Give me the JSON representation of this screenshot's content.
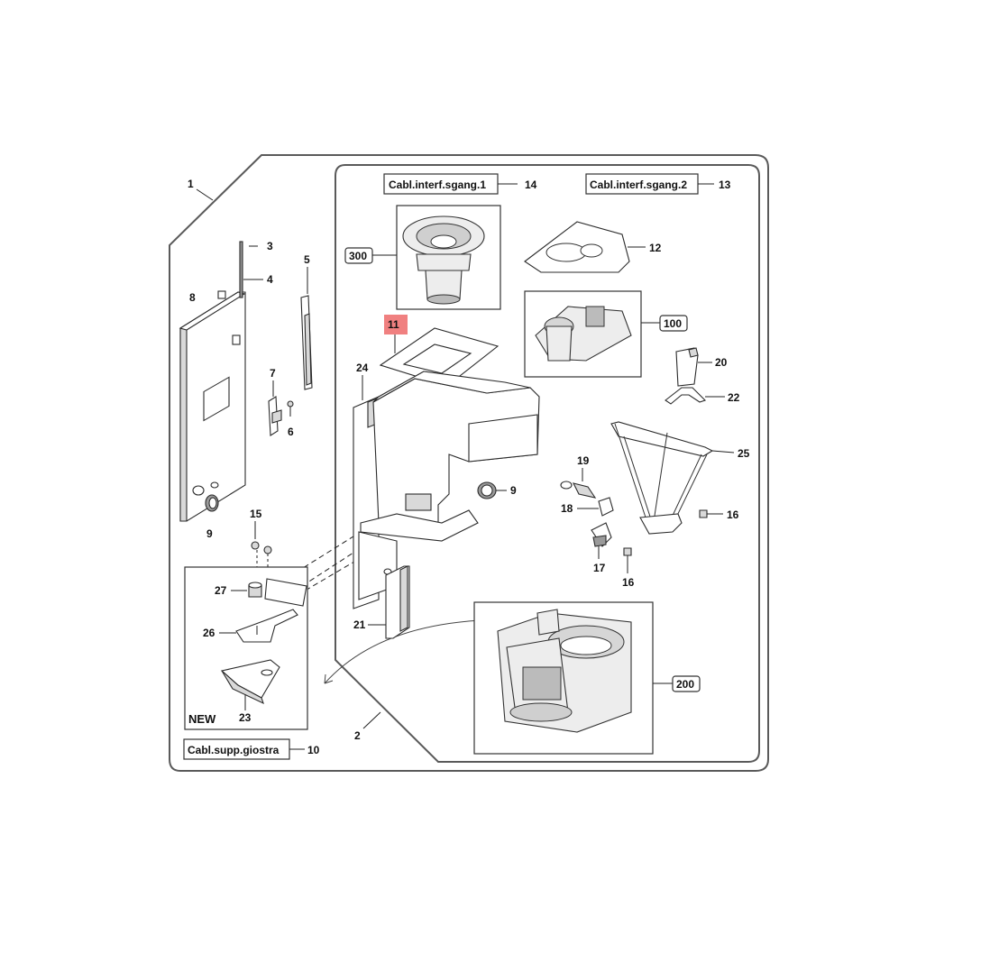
{
  "callouts": {
    "n1": "1",
    "n2": "2",
    "n3": "3",
    "n4": "4",
    "n5": "5",
    "n6": "6",
    "n7": "7",
    "n8": "8",
    "n9a": "9",
    "n9b": "9",
    "n10": "10",
    "n11": "11",
    "n12": "12",
    "n13": "13",
    "n14": "14",
    "n15": "15",
    "n16a": "16",
    "n16b": "16",
    "n17": "17",
    "n18": "18",
    "n19": "19",
    "n20": "20",
    "n21": "21",
    "n22": "22",
    "n23": "23",
    "n24": "24",
    "n25": "25",
    "n26": "26",
    "n27": "27",
    "n100": "100",
    "n200": "200",
    "n300": "300"
  },
  "labels": {
    "cable1": "Cabl.interf.sgang.1",
    "cable2": "Cabl.interf.sgang.2",
    "cable3": "Cabl.supp.giostra",
    "new": "NEW"
  },
  "colors": {
    "highlight": "#f08080",
    "outline": "#5a5a5a"
  }
}
